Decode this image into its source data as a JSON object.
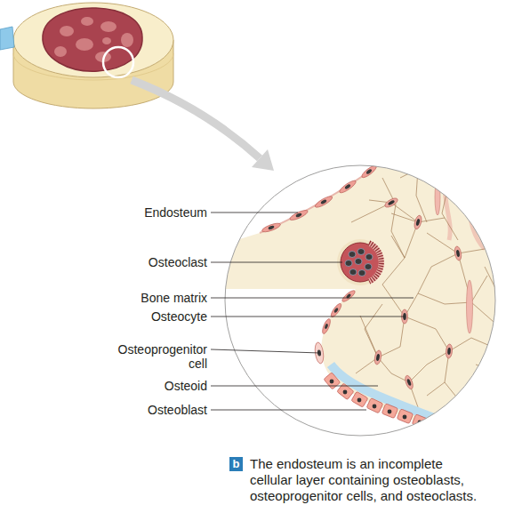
{
  "diagram": {
    "caption": "The endosteum is an incomplete cellular layer containing osteoblasts, osteoprogenitor cells, and osteoclasts.",
    "nodes": [
      {
        "text": [
          "b"
        ]
      }
    ],
    "labels": [
      "Endosteum",
      "Osteoclast",
      "Bone matrix",
      "Osteocyte",
      "Osteoprogenitor cell",
      "Osteoid",
      "Osteoblast"
    ]
  }
}
